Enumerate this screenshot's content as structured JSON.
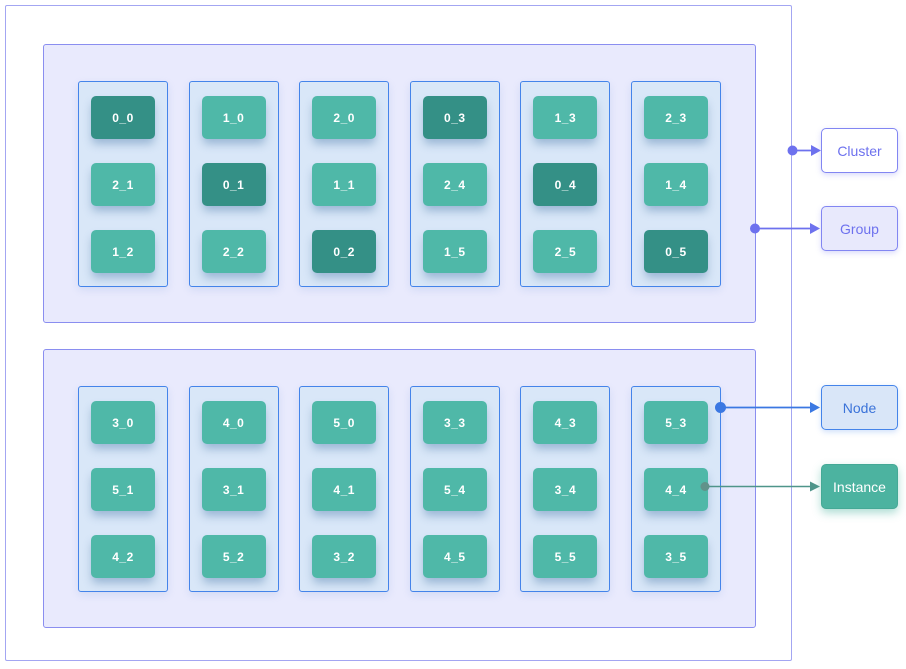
{
  "legend": {
    "cluster": "Cluster",
    "group": "Group",
    "node": "Node",
    "instance": "Instance"
  },
  "colors": {
    "cluster_border": "#a3a6f2",
    "group_border": "#8a8ef0",
    "group_fill": "#e9eafd",
    "node_border": "#4484ea",
    "node_fill": "#d9e7f8",
    "instance_fill": "#4fb8a8",
    "instance_fill_dark": "#349086",
    "cluster_group_accent": "#6d71ee",
    "node_accent": "#3b78e2",
    "instance_accent": "#4f958a"
  },
  "groups": [
    {
      "nodes": [
        {
          "instances": [
            {
              "label": "0_0",
              "dark": true
            },
            {
              "label": "2_1",
              "dark": false
            },
            {
              "label": "1_2",
              "dark": false
            }
          ]
        },
        {
          "instances": [
            {
              "label": "1_0",
              "dark": false
            },
            {
              "label": "0_1",
              "dark": true
            },
            {
              "label": "2_2",
              "dark": false
            }
          ]
        },
        {
          "instances": [
            {
              "label": "2_0",
              "dark": false
            },
            {
              "label": "1_1",
              "dark": false
            },
            {
              "label": "0_2",
              "dark": true
            }
          ]
        },
        {
          "instances": [
            {
              "label": "0_3",
              "dark": true
            },
            {
              "label": "2_4",
              "dark": false
            },
            {
              "label": "1_5",
              "dark": false
            }
          ]
        },
        {
          "instances": [
            {
              "label": "1_3",
              "dark": false
            },
            {
              "label": "0_4",
              "dark": true
            },
            {
              "label": "2_5",
              "dark": false
            }
          ]
        },
        {
          "instances": [
            {
              "label": "2_3",
              "dark": false
            },
            {
              "label": "1_4",
              "dark": false
            },
            {
              "label": "0_5",
              "dark": true
            }
          ]
        }
      ]
    },
    {
      "nodes": [
        {
          "instances": [
            {
              "label": "3_0",
              "dark": false
            },
            {
              "label": "5_1",
              "dark": false
            },
            {
              "label": "4_2",
              "dark": false
            }
          ]
        },
        {
          "instances": [
            {
              "label": "4_0",
              "dark": false
            },
            {
              "label": "3_1",
              "dark": false
            },
            {
              "label": "5_2",
              "dark": false
            }
          ]
        },
        {
          "instances": [
            {
              "label": "5_0",
              "dark": false
            },
            {
              "label": "4_1",
              "dark": false
            },
            {
              "label": "3_2",
              "dark": false
            }
          ]
        },
        {
          "instances": [
            {
              "label": "3_3",
              "dark": false
            },
            {
              "label": "5_4",
              "dark": false
            },
            {
              "label": "4_5",
              "dark": false
            }
          ]
        },
        {
          "instances": [
            {
              "label": "4_3",
              "dark": false
            },
            {
              "label": "3_4",
              "dark": false
            },
            {
              "label": "5_5",
              "dark": false
            }
          ]
        },
        {
          "instances": [
            {
              "label": "5_3",
              "dark": false
            },
            {
              "label": "4_4",
              "dark": false
            },
            {
              "label": "3_5",
              "dark": false
            }
          ]
        }
      ]
    }
  ]
}
